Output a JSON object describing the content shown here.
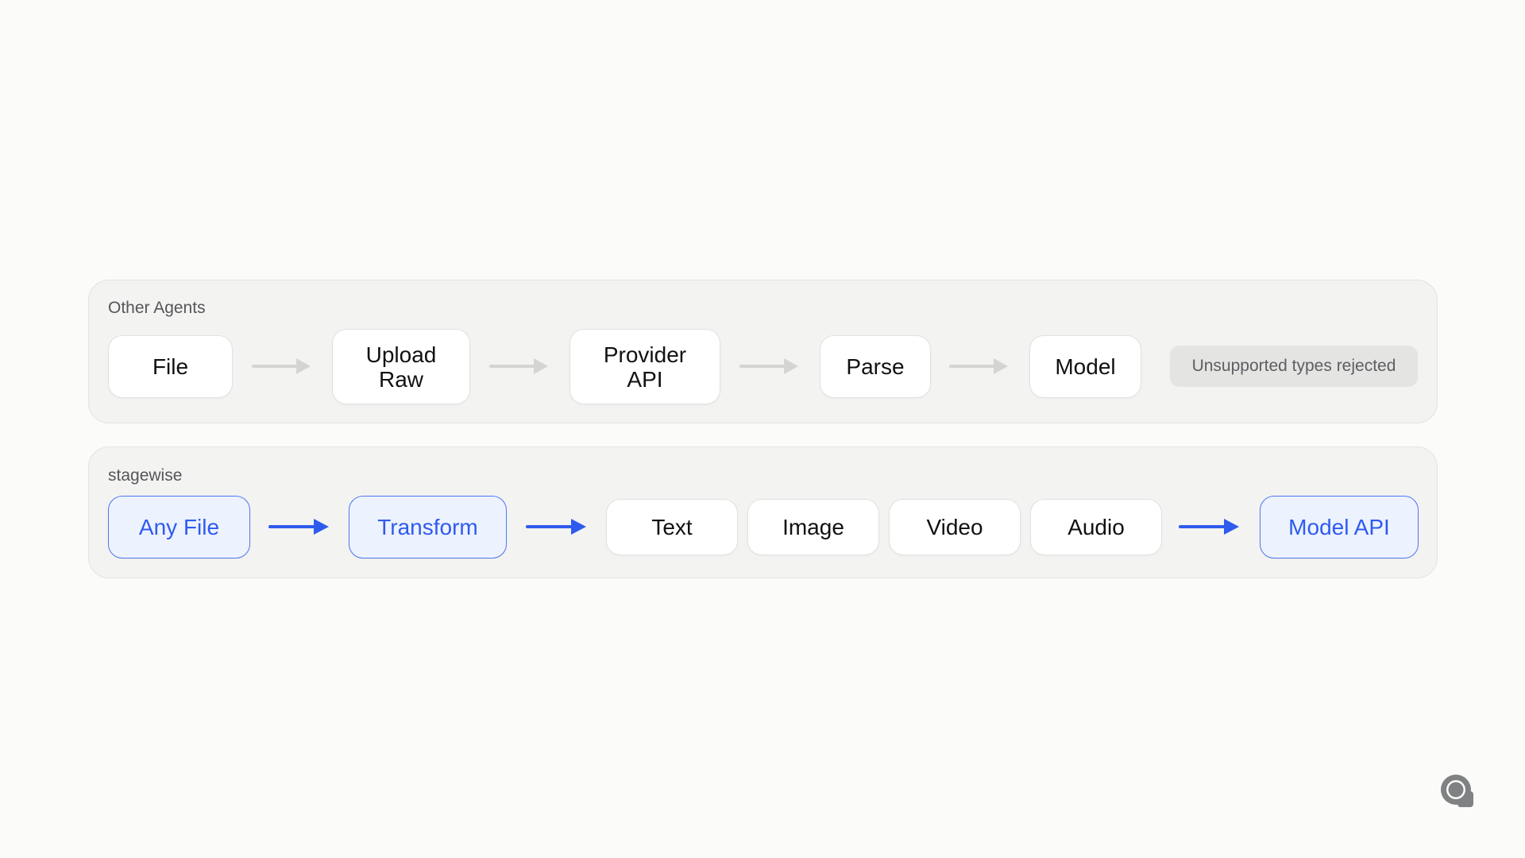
{
  "other_agents": {
    "label": "Other Agents",
    "steps": [
      "File",
      "Upload\nRaw",
      "Provider\nAPI",
      "Parse",
      "Model"
    ],
    "note": "Unsupported types rejected",
    "arrow_color": "#d4d4d2"
  },
  "stagewise": {
    "label": "stagewise",
    "steps": [
      "Any File",
      "Transform",
      "Text",
      "Image",
      "Video",
      "Audio",
      "Model API"
    ],
    "arrow_color": "#2e5bee"
  },
  "colors": {
    "background": "#fbfbfa",
    "panel": "#f3f3f2",
    "accent": "#2e5bee",
    "accent_fill": "#edf2ff"
  },
  "icons": {
    "corner": "app-logo-icon"
  }
}
